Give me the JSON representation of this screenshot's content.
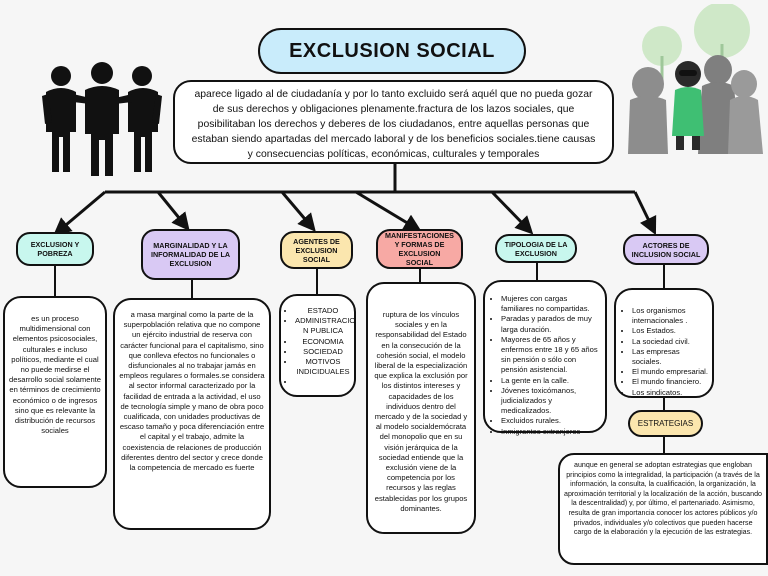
{
  "title": "EXCLUSION SOCIAL",
  "intro": "aparece ligado al de ciudadanía y por lo tanto excluido será aquél que no pueda gozar de sus derechos y obligaciones plenamente.fractura de los lazos sociales, que posibilitaban los derechos y deberes de los ciudadanos, entre aquellas personas que estaban siendo apartadas del mercado laboral y de los beneficios sociales.tiene causas y consecuencias políticas, económicas, culturales y temporales",
  "colors": {
    "title_bg": "#c9ecfb",
    "exclusion_pobreza": "#c8f7ee",
    "marginalidad": "#d9c9f4",
    "agentes": "#fbe6ae",
    "manifestaciones": "#f7a9a4",
    "tipologia": "#c8f7ee",
    "actores": "#d9c9f4",
    "estrategias": "#fbe6ae"
  },
  "sections": {
    "exclusion_pobreza": {
      "title": "EXCLUSION Y POBREZA",
      "text": "es un proceso multidimensional con elementos psicosociales, culturales e incluso políticos, mediante el cual no puede medirse el desarrollo social solamente en términos de crecimiento económico o de ingresos sino que es relevante la distribución de recursos sociales"
    },
    "marginalidad": {
      "title": "MARGINALIDAD Y LA INFORMALIDAD DE LA EXCLUSION",
      "text": "a masa marginal como la parte de la superpoblación relativa que no compone un ejército industrial de reserva con carácter funcional para el capitalismo, sino que conlleva efectos no funcionales o disfuncionales al no trabajar jamás en empleos regulares o formales.se considera al sector informal caracterizado por la facilidad de entrada a la actividad, el uso de tecnología simple y mano de obra poco cualificada, con unidades productivas de escaso tamaño y poca diferenciación entre el capital y el trabajo, admite la coexistencia de relaciones de producción diferentes dentro del sector y crece donde la competencia de mercado es fuerte"
    },
    "agentes": {
      "title": "AGENTES DE EXCLUSION SOCIAL",
      "items": [
        "ESTADO",
        "ADMINISTRACIO N PUBLICA",
        "ECONOMIA",
        "SOCIEDAD",
        "MOTIVOS INDICIDUALES",
        ""
      ]
    },
    "manifestaciones": {
      "title": "MANIFESTACIONES Y FORMAS DE EXCLUSION SOCIAL",
      "text": "ruptura de los vínculos sociales y en la responsabilidad del Estado en la consecución de la cohesión social, el modelo liberal de la especialización que explica la exclusión por los distintos intereses y capacidades de los individuos dentro del mercado y de la sociedad y al modelo socialdemócrata del monopolio que en su visión jerárquica de la sociedad entiende que la exclusión viene de la competencia por los recursos y las reglas establecidas por los grupos dominantes."
    },
    "tipologia": {
      "title": "TIPOLOGIA DE LA EXCLUSION",
      "items": [
        "Mujeres con cargas familiares no compartidas.",
        "Paradas y parados de muy larga duración.",
        "Mayores de 65 años y enfermos entre 18 y 65 años sin pensión o sólo con pensión asistencial.",
        "La gente en la calle.",
        "Jóvenes toxicómanos, judicializados y medicalizados.",
        "Excluidos rurales.",
        "Inmigrantes extranjeros"
      ]
    },
    "actores": {
      "title": "ACTORES DE INCLUSION SOCIAL",
      "items": [
        "Los organismos internacionales .",
        "Los Estados.",
        "La sociedad civil.",
        "Las empresas sociales.",
        "El mundo empresarial.",
        "El mundo financiero.",
        "Los sindicatos."
      ]
    },
    "estrategias": {
      "title": "ESTRATEGIAS",
      "text": "aunque en general se adoptan estrategias que engloban principios como la integralidad, la participación (a través de la información, la consulta, la cualificación, la organización, la aproximación territorial y la localización de la acción, buscando la descentralidad) y, por último, el partenariado. Asimismo, resulta de gran importancia conocer los actores públicos y/o privados, individuales y/o colectivos que pueden hacerse cargo de la elaboración y la ejecución de las estrategias."
    }
  }
}
